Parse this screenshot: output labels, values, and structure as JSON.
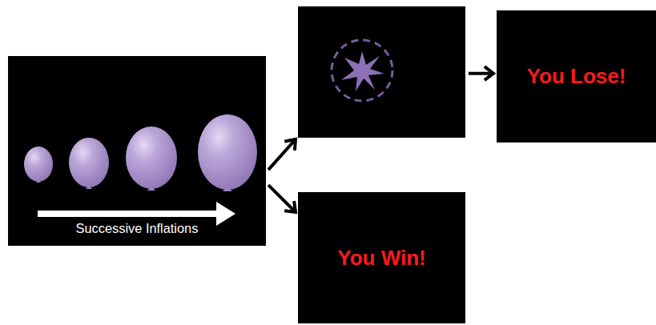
{
  "diagram": {
    "nodes": [
      {
        "text": [
          "Successive Inflations"
        ]
      },
      {
        "text": []
      },
      {
        "text": [
          "You Lose!"
        ]
      },
      {
        "text": [
          "You Win!"
        ]
      }
    ],
    "edges": [
      {
        "from": 0,
        "to": 1,
        "arrow": "to"
      },
      {
        "from": 1,
        "to": 2,
        "arrow": "to"
      },
      {
        "from": 0,
        "to": 3,
        "arrow": "to"
      }
    ]
  }
}
